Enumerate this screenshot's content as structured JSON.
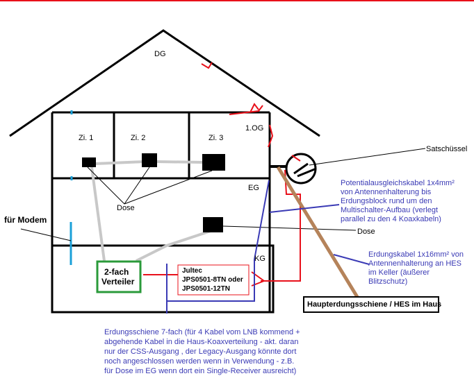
{
  "floors": {
    "dg": "DG",
    "og": "1.OG",
    "eg": "EG",
    "kg": "KG"
  },
  "rooms": {
    "zi1": "Zi. 1",
    "zi2": "Zi. 2",
    "zi3": "Zi. 3"
  },
  "labels": {
    "satschuessel": "Satschüssel",
    "dose_og": "Dose",
    "dose_eg": "Dose",
    "modem": "für Modem",
    "verteiler_line1": "2-fach",
    "verteiler_line2": "Verteiler",
    "jultec_line1": "Jultec",
    "jultec_line2": "JPS0501-8TN oder",
    "jultec_line3": "JPS0501-12TN",
    "hes": "Haupterdungsschiene / HES im Haus"
  },
  "notes": {
    "potential": [
      "Potentialausgleichskabel 1x4mm²",
      "von Antennenhalterung bis",
      "Erdungsblock rund um den",
      "Multischalter-Aufbau (verlegt",
      "parallel zu den 4 Koaxkabeln)"
    ],
    "erdung": [
      "Erdungskabel 1x16mm² von",
      "Antennenhalterung an HES",
      "im Keller (äußerer",
      "Blitzschutz)"
    ],
    "schiene": [
      "Erdungsschiene 7-fach (für 4 Kabel vom LNB kommend +",
      "abgehende Kabel in die Haus-Koaxverteilung - akt. daran",
      "nur der CSS-Ausgang , der Legacy-Ausgang könnte dort",
      "noch angeschlossen werden wenn in Verwendung - z.B.",
      "für Dose im EG wenn dort ein Single-Receiver ausreicht)"
    ]
  },
  "colors": {
    "house": "#000000",
    "coax": "#c8c8c8",
    "ground_blue": "#3a3ab5",
    "red": "#e8101a",
    "brown": "#b5835a",
    "green": "#2a9a3a",
    "cyan": "#1aa0d8"
  }
}
